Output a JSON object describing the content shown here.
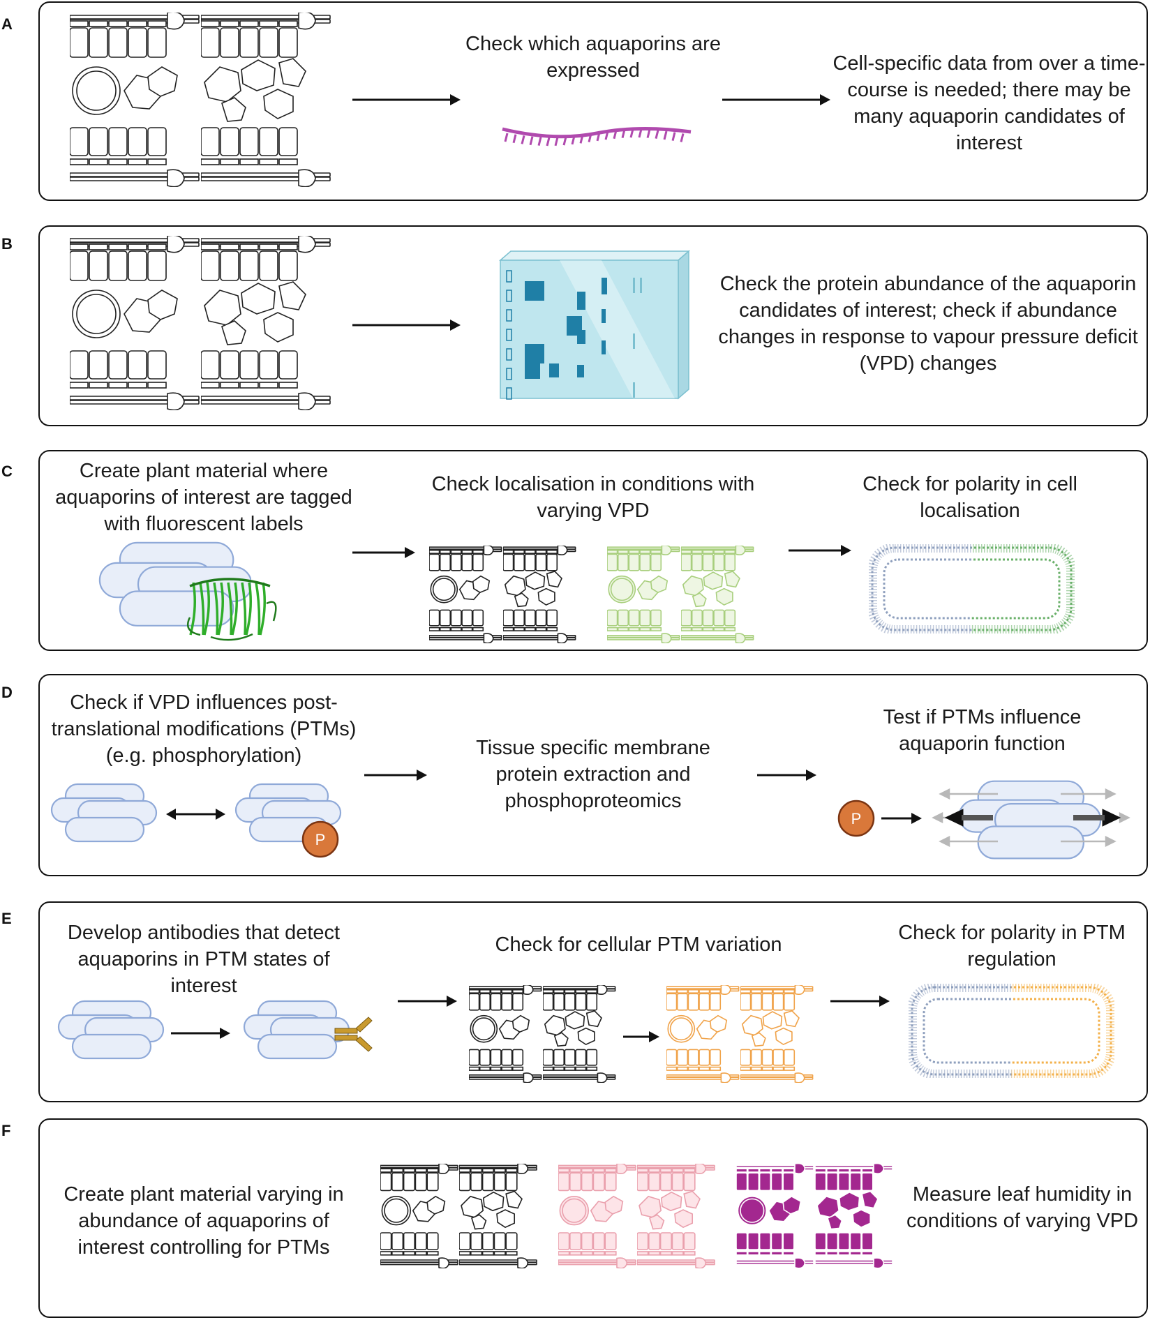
{
  "panels": {
    "A": {
      "label": "A",
      "step1": "Check which aquaporins are expressed",
      "step2": "Cell-specific data from over a time-course is needed; there may be many aquaporin candidates of interest"
    },
    "B": {
      "label": "B",
      "step1": "Check the protein abundance of the aquaporin candidates of interest; check if abundance changes in response to vapour pressure deficit (VPD) changes"
    },
    "C": {
      "label": "C",
      "step1": "Create plant material where aquaporins of interest are tagged with fluorescent labels",
      "step2": "Check localisation in conditions with varying VPD",
      "step3": "Check for polarity in cell localisation"
    },
    "D": {
      "label": "D",
      "step1": "Check if VPD influences post-translational modifications (PTMs) (e.g. phosphorylation)",
      "step2": "Tissue specific membrane protein extraction and phosphoproteomics",
      "step3": "Test if PTMs influence aquaporin function",
      "phospho_symbol": "P"
    },
    "E": {
      "label": "E",
      "step1": "Develop antibodies that detect aquaporins in PTM states of interest",
      "step2": "Check for cellular PTM variation",
      "step3": "Check for polarity in PTM regulation"
    },
    "F": {
      "label": "F",
      "step1": "Create plant material varying in abundance of aquaporins of interest controlling for PTMs",
      "step2": "Measure leaf humidity in conditions of varying VPD"
    }
  },
  "colors": {
    "rna": "#b04aae",
    "gel": "#bfe6ee",
    "gel_band": "#1f7fa6",
    "protein_fill": "#e8eef9",
    "protein_stroke": "#8fa9d8",
    "gfp": "#2fae2a",
    "leaf_green": "#a9cf7e",
    "phospho": "#d9783a",
    "antibody": "#c99a2e",
    "leaf_orange": "#f0a34a",
    "leaf_pink": "#eaa0ad",
    "leaf_purple": "#a3278f",
    "membrane_blue": "#8e9fbd",
    "membrane_green": "#6ab06a",
    "membrane_orange": "#f3b04a"
  },
  "icons": [
    "leaf-cross-section-icon",
    "rna-strand-icon",
    "western-blot-gel-icon",
    "aquaporin-protein-icon",
    "gfp-barrel-icon",
    "cell-membrane-icon",
    "phosphate-icon",
    "antibody-icon",
    "arrow-icon"
  ]
}
